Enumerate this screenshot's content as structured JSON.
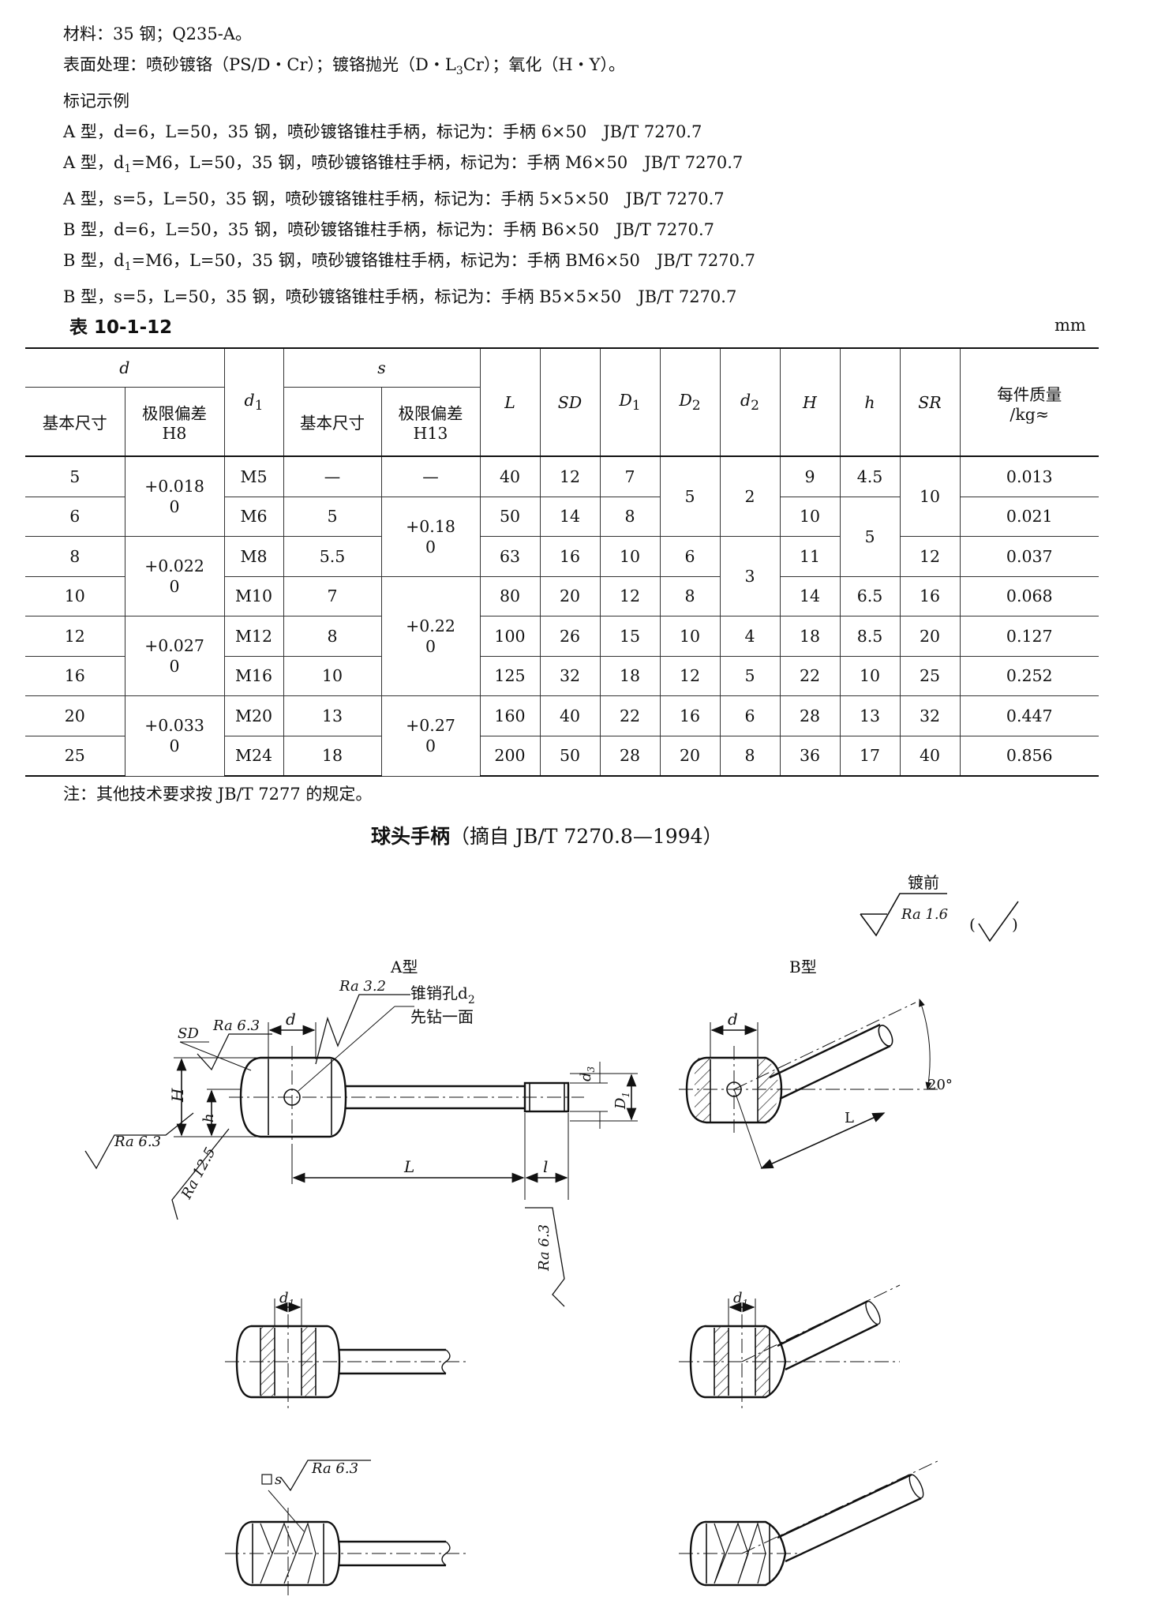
{
  "intro": {
    "material": "材料：35 钢；Q235-A。",
    "surface_a": "表面处理：喷砂镀铬（PS/D・Cr）；镀铬抛光（D・L",
    "surface_sub": "3",
    "surface_b": "Cr）；氧化（H・Y）。",
    "examples_title": "标记示例",
    "ex1": "A 型，d=6，L=50，35 钢，喷砂镀铬锥柱手柄，标记为：手柄 6×50　JB/T 7270.7",
    "ex2a": "A 型，d",
    "ex2b": "=M6，L=50，35 钢，喷砂镀铬锥柱手柄，标记为：手柄 M6×50　JB/T 7270.7",
    "ex3": "A 型，s=5，L=50，35 钢，喷砂镀铬锥柱手柄，标记为：手柄 5×5×50　JB/T 7270.7",
    "ex4": "B 型，d=6，L=50，35 钢，喷砂镀铬锥柱手柄，标记为：手柄 B6×50　JB/T 7270.7",
    "ex5a": "B 型，d",
    "ex5b": "=M6，L=50，35 钢，喷砂镀铬锥柱手柄，标记为：手柄 BM6×50　JB/T 7270.7",
    "ex6": "B 型，s=5，L=50，35 钢，喷砂镀铬锥柱手柄，标记为：手柄 B5×5×50　JB/T 7270.7",
    "sub1": "1"
  },
  "table": {
    "caption": "表 10-1-12",
    "unit": "mm",
    "h_d": "d",
    "h_s": "s",
    "h_basic": "基本尺寸",
    "h_dev": "极限偏差",
    "h_h8": "H8",
    "h_h13": "H13",
    "h_d1": "d",
    "h_L": "L",
    "h_SD": "SD",
    "h_D1": "D",
    "h_D2": "D",
    "h_d2": "d",
    "h_H": "H",
    "h_h": "h",
    "h_SR": "SR",
    "h_mass1": "每件质量",
    "h_mass2": "/kg≈",
    "s1": "1",
    "s2": "2",
    "rows": [
      {
        "d": "5",
        "d1": "M5",
        "s": "—",
        "s_tol": "—",
        "L": "40",
        "SD": "12",
        "D1": "7",
        "H": "9",
        "h": "4.5",
        "mass": "0.013"
      },
      {
        "d": "6",
        "d1": "M6",
        "s": "5",
        "L": "50",
        "SD": "14",
        "D1": "8",
        "H": "10",
        "mass": "0.021"
      },
      {
        "d": "8",
        "d1": "M8",
        "s": "5.5",
        "L": "63",
        "SD": "16",
        "D1": "10",
        "D2": "6",
        "H": "11",
        "SR": "12",
        "mass": "0.037"
      },
      {
        "d": "10",
        "d1": "M10",
        "s": "7",
        "L": "80",
        "SD": "20",
        "D1": "12",
        "D2": "8",
        "H": "14",
        "h": "6.5",
        "SR": "16",
        "mass": "0.068"
      },
      {
        "d": "12",
        "d1": "M12",
        "s": "8",
        "L": "100",
        "SD": "26",
        "D1": "15",
        "D2": "10",
        "d2": "4",
        "H": "18",
        "h": "8.5",
        "SR": "20",
        "mass": "0.127"
      },
      {
        "d": "16",
        "d1": "M16",
        "s": "10",
        "L": "125",
        "SD": "32",
        "D1": "18",
        "D2": "12",
        "d2": "5",
        "H": "22",
        "h": "10",
        "SR": "25",
        "mass": "0.252"
      },
      {
        "d": "20",
        "d1": "M20",
        "s": "13",
        "L": "160",
        "SD": "40",
        "D1": "22",
        "D2": "16",
        "d2": "6",
        "H": "28",
        "h": "13",
        "SR": "32",
        "mass": "0.447"
      },
      {
        "d": "25",
        "d1": "M24",
        "s": "18",
        "L": "200",
        "SD": "50",
        "D1": "28",
        "D2": "20",
        "d2": "8",
        "H": "36",
        "h": "17",
        "SR": "40",
        "mass": "0.856"
      }
    ],
    "tol_d": [
      "+0.018",
      "+0.022",
      "+0.027",
      "+0.033"
    ],
    "tol_s": [
      "+0.18",
      "+0.22",
      "+0.27"
    ],
    "zero": "0",
    "merged_D2": "5",
    "merged_d2a": "2",
    "merged_d2b": "3",
    "merged_h": "5",
    "merged_SR": "10"
  },
  "note": "注：其他技术要求按 JB/T 7277 的规定。",
  "title_bold": "球头手柄",
  "title_rest": "（摘自 JB/T 7270.8—1994）",
  "drawing": {
    "plating_label": "镀前",
    "ra16": "Ra 1.6",
    "paren_open": "(",
    "paren_close": ")",
    "type_a": "A型",
    "type_b": "B型",
    "ra32": "Ra 3.2",
    "ra63": "Ra 6.3",
    "ra125": "Ra 12.5",
    "pin_hole": "锥销孔d",
    "pin_sub": "2",
    "drill": "先钻一面",
    "sd": "SD",
    "d": "d",
    "H": "H",
    "h": "h",
    "L": "L",
    "l": "l",
    "d3": "d",
    "d3_sub": "3",
    "D1": "D",
    "D1_sub": "1",
    "d1": "d",
    "d1_sub": "1",
    "angle": "20°",
    "s": "s"
  }
}
